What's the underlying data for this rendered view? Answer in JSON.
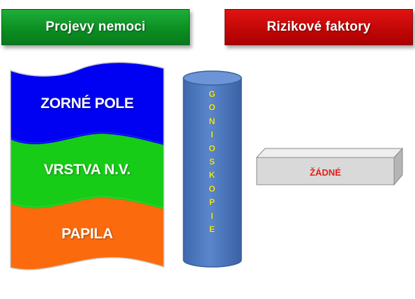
{
  "header": {
    "left_title": "Projevy nemoci",
    "right_title": "Rizikové faktory",
    "left_color": "#0b8f22",
    "right_color": "#c30707"
  },
  "flag": {
    "bands": [
      {
        "label": "ZORNÉ POLE",
        "color": "#0000f2"
      },
      {
        "label": "VRSTVA N.V.",
        "color": "#16cc16"
      },
      {
        "label": "PAPILA",
        "color": "#fb6a0c"
      }
    ]
  },
  "cylinder": {
    "letters": [
      "G",
      "O",
      "N",
      "I",
      "O",
      "S",
      "K",
      "O",
      "P",
      "I",
      "E"
    ],
    "color": "#4f7bc2",
    "text_color": "#f4e51c"
  },
  "box": {
    "label": "ŽÁDNÉ",
    "color": "#d9d9d9",
    "text_color": "#e0201b"
  }
}
